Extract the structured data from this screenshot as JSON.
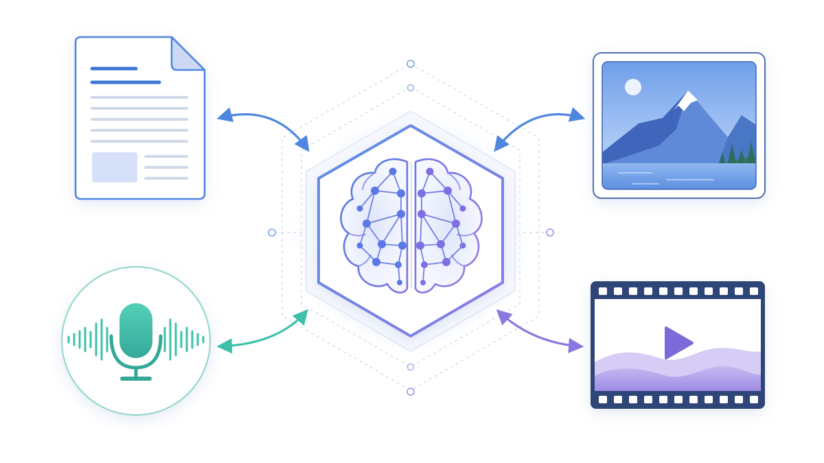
{
  "diagram": {
    "center": {
      "icon": "brain-network-icon"
    },
    "nodes": [
      {
        "id": "text",
        "icon": "document-icon",
        "color": "#4f86e0"
      },
      {
        "id": "image",
        "icon": "landscape-image-icon",
        "color": "#4f86e0"
      },
      {
        "id": "audio",
        "icon": "microphone-icon",
        "color": "#3cc0aa"
      },
      {
        "id": "video",
        "icon": "film-strip-icon",
        "color": "#8b78e0"
      }
    ],
    "connectors": [
      {
        "from": "text",
        "to": "center",
        "direction": "bidirectional"
      },
      {
        "from": "image",
        "to": "center",
        "direction": "bidirectional"
      },
      {
        "from": "audio",
        "to": "center",
        "direction": "bidirectional"
      },
      {
        "from": "video",
        "to": "center",
        "direction": "bidirectional"
      }
    ]
  },
  "colors": {
    "accent_blue": "#4f86e0",
    "accent_teal": "#3cc0aa",
    "accent_purple": "#8b78e0",
    "frame_navy": "#2f4577",
    "outline_light": "#c9d6ee"
  }
}
